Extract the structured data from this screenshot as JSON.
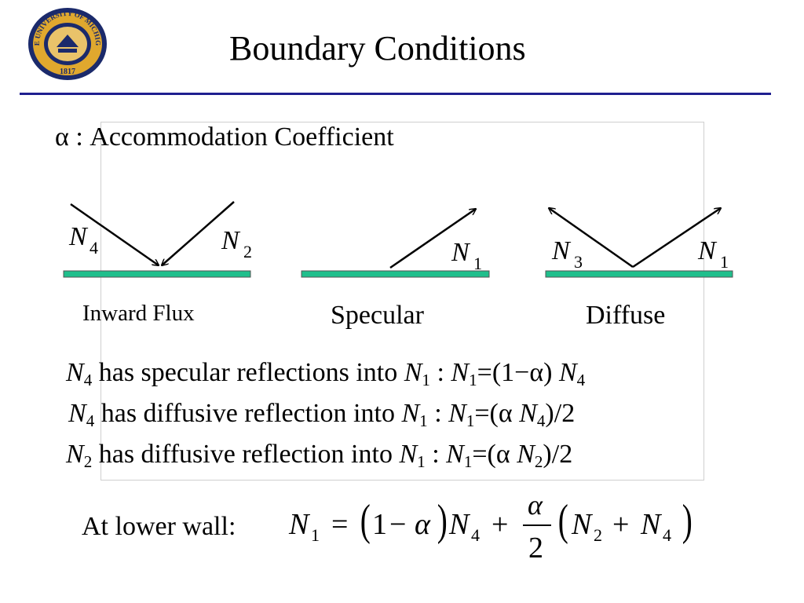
{
  "header": {
    "title": "Boundary Conditions",
    "logo": {
      "text_top": "THE UNIVERSITY OF MICHIGAN",
      "year": "1817",
      "colors": {
        "blue": "#1b2a6b",
        "maize": "#e0a82e"
      }
    },
    "rule_color": "#1f1f8f"
  },
  "subtitle": {
    "symbol": "α",
    "text": ": Accommodation Coefficient"
  },
  "diagrams": {
    "wall_color": "#1fbf8c",
    "inward": {
      "label_left_var": "N",
      "label_left_sub": "4",
      "label_right_var": "N",
      "label_right_sub": "2",
      "caption": "Inward Flux"
    },
    "specular": {
      "label_var": "N",
      "label_sub": "1",
      "caption": "Specular"
    },
    "diffuse": {
      "label_left_var": "N",
      "label_left_sub": "3",
      "label_right_var": "N",
      "label_right_sub": "1",
      "caption": "Diffuse"
    }
  },
  "statements": [
    {
      "v1": "N",
      "s1": "4",
      "mid": " has specular reflections into ",
      "v2": "N",
      "s2": "1",
      "colon": " : ",
      "v3": "N",
      "s3": "1",
      "rhs_a": "=(1−α) ",
      "v4": "N",
      "s4": "4",
      "rhs_b": ""
    },
    {
      "v1": "N",
      "s1": "4",
      "mid": " has diffusive reflection into ",
      "v2": "N",
      "s2": "1",
      "colon": " : ",
      "v3": "N",
      "s3": "1",
      "rhs_a": "=(α ",
      "v4": "N",
      "s4": "4",
      "rhs_b": ")/2"
    },
    {
      "v1": "N",
      "s1": "2",
      "mid": " has diffusive reflection into ",
      "v2": "N",
      "s2": "1",
      "colon": " : ",
      "v3": "N",
      "s3": "1",
      "rhs_a": "=(α ",
      "v4": "N",
      "s4": "2",
      "rhs_b": ")/2"
    }
  ],
  "formula": {
    "lead": "At lower wall:",
    "n1": "N",
    "n1_sub": "1",
    "eq": "=",
    "one": "1",
    "minus": "−",
    "alpha": "α",
    "n4": "N",
    "n4_sub": "4",
    "plus": "+",
    "frac_num": "α",
    "frac_den": "2",
    "n2": "N",
    "n2_sub": "2",
    "plus2": "+",
    "n4b": "N",
    "n4b_sub": "4"
  }
}
